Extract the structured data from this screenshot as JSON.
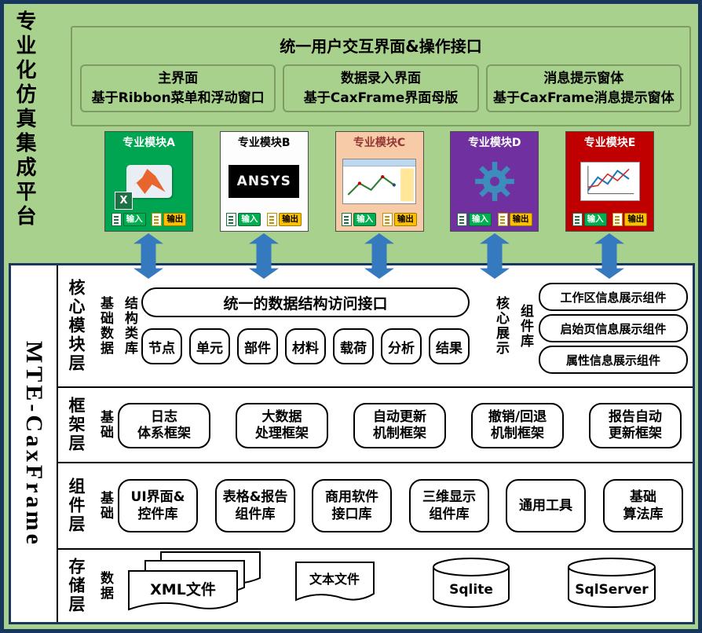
{
  "colors": {
    "navy": "#17375E",
    "green": "#A9D18E",
    "arrow_blue": "#3579BE",
    "module_a": "#00A551",
    "module_b": "#FDFDFD",
    "module_c": "#F7CBA8",
    "module_d": "#7030A0",
    "module_e": "#C00000",
    "input_green": "#00B050",
    "output_yellow": "#FFC000"
  },
  "platform": {
    "title": "专业化仿真集成平台",
    "ui_box": {
      "title": "统一用户交互界面&操作接口",
      "items": [
        {
          "line1": "主界面",
          "line2": "基于Ribbon菜单和浮动窗口"
        },
        {
          "line1": "数据录入界面",
          "line2": "基于CaxFrame界面母版"
        },
        {
          "line1": "消息提示窗体",
          "line2": "基于CaxFrame消息提示窗体"
        }
      ]
    },
    "modules": [
      {
        "title": "专业模块A",
        "excel_letter": "X"
      },
      {
        "title": "专业模块B",
        "logo_text": "ANSYS"
      },
      {
        "title": "专业模块C"
      },
      {
        "title": "专业模块D"
      },
      {
        "title": "专业模块E"
      }
    ],
    "io": {
      "input": "输入",
      "output": "输出"
    }
  },
  "framework": {
    "brand": "MTE-CaxFrame",
    "core_layer": {
      "name": "核心模块层",
      "left_label_col1": "基础数据",
      "left_label_col2": "结构类库",
      "interface": "统一的数据结构访问接口",
      "entities": [
        "节点",
        "单元",
        "部件",
        "材料",
        "载荷",
        "分析",
        "结果"
      ],
      "right_label_col1": "核心展示",
      "right_label_col2": "组件库",
      "display_components": [
        "工作区信息展示组件",
        "启始页信息展示组件",
        "属性信息展示组件"
      ]
    },
    "frame_layer": {
      "name": "框架层",
      "sub": "基础",
      "boxes": [
        {
          "line1": "日志",
          "line2": "体系框架"
        },
        {
          "line1": "大数据",
          "line2": "处理框架"
        },
        {
          "line1": "自动更新",
          "line2": "机制框架"
        },
        {
          "line1": "撤销/回退",
          "line2": "机制框架"
        },
        {
          "line1": "报告自动",
          "line2": "更新框架"
        }
      ]
    },
    "component_layer": {
      "name": "组件层",
      "sub": "基础",
      "boxes": [
        {
          "line1": "UI界面&",
          "line2": "控件库"
        },
        {
          "line1": "表格&报告",
          "line2": "组件库"
        },
        {
          "line1": "商用软件",
          "line2": "接口库"
        },
        {
          "line1": "三维显示",
          "line2": "组件库"
        },
        {
          "line1": "通用工具",
          "line2": ""
        },
        {
          "line1": "基础",
          "line2": "算法库"
        }
      ]
    },
    "storage_layer": {
      "name": "存储层",
      "sub": "数据",
      "xml_file": "XML文件",
      "text_file": "文本文件",
      "db1": "Sqlite",
      "db2": "SqlServer"
    }
  }
}
